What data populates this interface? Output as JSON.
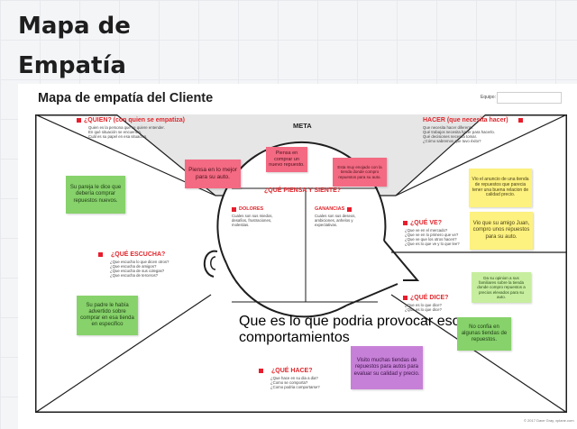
{
  "page": {
    "title_line1": "Mapa de",
    "title_line2": "Empatía"
  },
  "board": {
    "title": "Mapa de empatía del Cliente",
    "team_label": "Equipo:",
    "credit": "© 2017 Dave Gray, xplane.com"
  },
  "meta": {
    "label": "META"
  },
  "sections": {
    "quien": {
      "title": "¿QUIEN? (con quien se empatiza)",
      "sub": [
        "Quien es la persona que se quiere entender.",
        "En qué situación se encuentra.",
        "Cuál es su papel en esa situacion."
      ]
    },
    "hacer": {
      "title": "HACER (que necesita hacer)",
      "sub": [
        "Que necesita hacer diferente.",
        "Qué trabajos necesita hacer para hacerlo.",
        "Qué decisiones necesita tomar.",
        "¿Cómo sabremos que tuvo éxito?"
      ]
    },
    "piensa": {
      "title": "¿QUÉ PIENSA Y SIENTE?"
    },
    "dolores": {
      "title": "DOLORES",
      "sub": [
        "Cuales son sus miedos,",
        "desafios, frustraciones,",
        "molestias."
      ]
    },
    "ganancias": {
      "title": "GANANCIAS",
      "sub": [
        "Cuales son sus deseos,",
        "ambiciones, anhelos y",
        "expectativas."
      ]
    },
    "ve": {
      "title": "¿QUÉ VE?",
      "sub": [
        "¿Que ve en el mercado?",
        "¿Que ve en lo primero que ve?",
        "¿Que ve que los otros hacen?",
        "¿Que es lo que ve y lo que lee?"
      ]
    },
    "escucha": {
      "title": "¿QUÉ ESCUCHA?",
      "sub": [
        "¿Que escucha lo que dicen otros?",
        "¿Que escucha de amigos?",
        "¿Que escucha de sus colegas?",
        "¿Que escucha de terceros?"
      ]
    },
    "dice": {
      "title": "¿QUÉ DICE?",
      "sub": [
        "¿Que es lo que dice?",
        "¿Que es lo que dice?"
      ]
    },
    "hace": {
      "title": "¿QUÉ HACE?",
      "sub": [
        "¿Que hace en su dia a dia?",
        "¿Como se comporta?",
        "¿Como podria comportarse?"
      ]
    },
    "head_caption": "Que es lo que podria provocar esos comportamientos"
  },
  "notes": {
    "piensa1": "Piensa en comprar un nuevo repuesto.",
    "piensa2": "Piensa en lo mejor para su auto.",
    "piensa3": "Esta muy enojado con la tienda donde compro repuestos para su auto.",
    "pareja": "Su pareja le dice que debería comprar repuestos nuevos.",
    "padre": "Su padre le había advertido sobre comprar en esa tienda en especifico",
    "ve1": "Vio el anuncio de una tienda de repuestos que parecia tener una buena relacion de calidad precio.",
    "ve2": "Vio que su amigo Juan, compro unos repuestos para su auto.",
    "dice1": "Da su opinion a sus familiares sobre la tienda donde compro repuestos a precios elevados para su auto.",
    "dice2": "No confia en algunas tiendas de repuestos.",
    "hace1": "Visito muchas tiendas de repuestos para autos para evaluar su calidad y precio."
  },
  "colors": {
    "accent_red": "#e0262c",
    "sticky_green": "#87d26b",
    "sticky_light_green": "#c7ee9f",
    "sticky_yellow": "#fdf17f",
    "sticky_pink": "#f36a82",
    "sticky_purple": "#c780d8"
  }
}
